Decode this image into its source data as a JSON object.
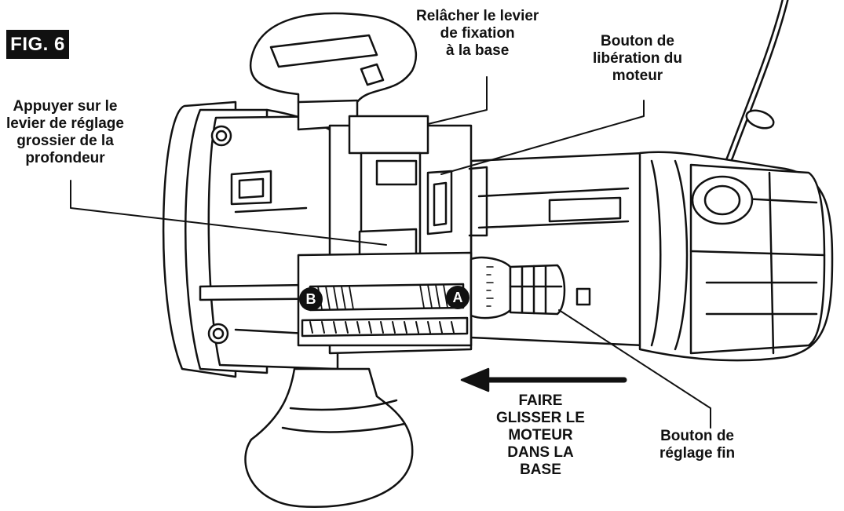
{
  "figure_label": "FIG. 6",
  "callouts": {
    "release_lever": [
      "Relâcher le levier",
      "de fixation",
      "à la base"
    ],
    "motor_release_button": [
      "Bouton de",
      "libération du",
      "moteur"
    ],
    "coarse_depth_lever": [
      "Appuyer sur le",
      "levier de réglage",
      "grossier de la",
      "profondeur"
    ],
    "slide_motor": [
      "FAIRE",
      "GLISSER LE",
      "MOTEUR",
      "DANS LA",
      "BASE"
    ],
    "fine_adjust_knob": [
      "Bouton de",
      "réglage fin"
    ]
  },
  "markers": {
    "a": "A",
    "b": "B"
  },
  "colors": {
    "ink": "#111111",
    "paper": "#ffffff",
    "shade": "#e8e8e8"
  }
}
